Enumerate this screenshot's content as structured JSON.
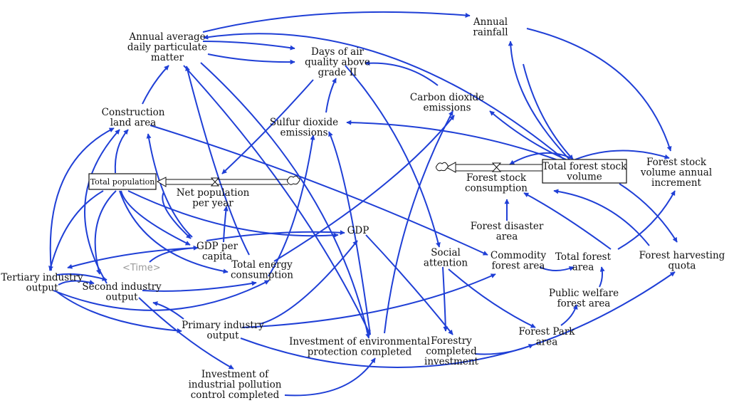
{
  "colors": {
    "link": "#1f3fd6",
    "text": "#111111",
    "shadow_variable": "#9a9a9a"
  },
  "nodes": {
    "annual_rainfall": [
      "Annual",
      "rainfall"
    ],
    "annual_pm": [
      "Annual average",
      "daily  particulate",
      "matter"
    ],
    "days_air": [
      "Days of air",
      "quality above",
      "grade II"
    ],
    "co2": [
      "Carbon dioxide",
      "emissions"
    ],
    "construction": [
      "Construction",
      "land area"
    ],
    "so2": [
      "Sulfur dioxide",
      "emissions"
    ],
    "total_population": "Total population",
    "net_population": [
      "Net population",
      "per year"
    ],
    "total_forest_stock": [
      "Total forest stock",
      "volume"
    ],
    "forest_consumption": [
      "Forest stock",
      "consumption"
    ],
    "forest_increment": [
      "Forest stock",
      "volume annual",
      "increment"
    ],
    "gdp": "GDP",
    "gdp_per_capita": [
      "GDP per",
      "capita"
    ],
    "time": "<Time>",
    "total_energy": [
      "Total energy",
      "consumption"
    ],
    "forest_disaster": [
      "Forest disaster",
      "area"
    ],
    "social_attention": [
      "Social",
      "attention"
    ],
    "commodity_forest": [
      "Commodity",
      "forest area"
    ],
    "total_forest_area": [
      "Total forest",
      "area"
    ],
    "forest_harvesting": [
      "Forest harvesting",
      "quota"
    ],
    "tertiary": [
      "Tertiary industry",
      "output"
    ],
    "second": [
      "Second industry",
      "output"
    ],
    "public_welfare": [
      "Public welfare",
      "forest area"
    ],
    "primary": [
      "Primary industry",
      "output"
    ],
    "forest_park": [
      "Forest Park",
      "area"
    ],
    "invest_env": [
      "Investment of environmental",
      "protection completed"
    ],
    "forestry_invest": [
      "Forestry",
      "completed",
      "investment"
    ],
    "invest_industrial": [
      "Investment of",
      "industrial pollution",
      "control completed"
    ]
  }
}
